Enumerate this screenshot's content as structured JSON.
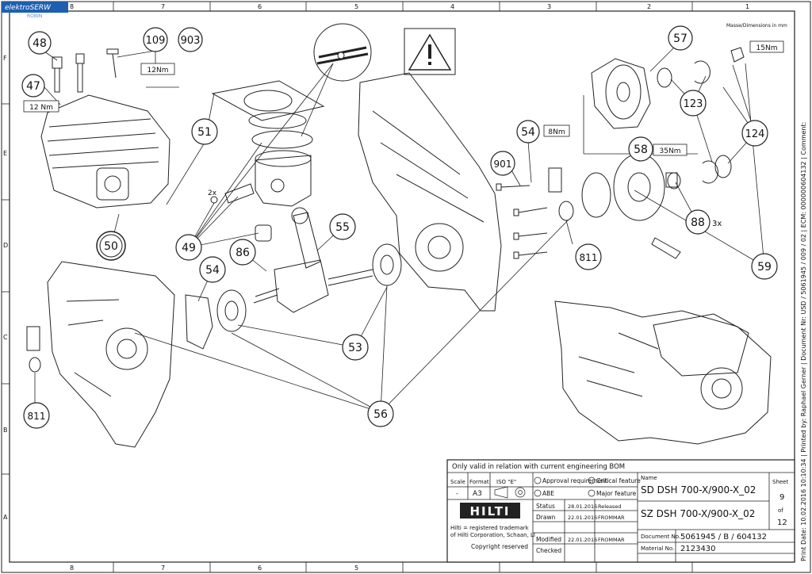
{
  "watermark": {
    "line1": "elektroSERW",
    "line2": "ROBIN"
  },
  "grid": {
    "top_labels": [
      "8",
      "7",
      "6",
      "5",
      "4",
      "3",
      "2",
      "1"
    ],
    "side_labels": [
      "F",
      "E",
      "D",
      "C",
      "B",
      "A"
    ]
  },
  "units_note": "Masse/Dimensions in mm",
  "callouts": [
    {
      "id": "48",
      "label": "48"
    },
    {
      "id": "109",
      "label": "109"
    },
    {
      "id": "903",
      "label": "903"
    },
    {
      "id": "47",
      "label": "47"
    },
    {
      "id": "51",
      "label": "51"
    },
    {
      "id": "50",
      "label": "50"
    },
    {
      "id": "49",
      "label": "49"
    },
    {
      "id": "54a",
      "label": "54"
    },
    {
      "id": "86",
      "label": "86"
    },
    {
      "id": "55",
      "label": "55"
    },
    {
      "id": "53",
      "label": "53"
    },
    {
      "id": "56",
      "label": "56"
    },
    {
      "id": "811a",
      "label": "811"
    },
    {
      "id": "54b",
      "label": "54"
    },
    {
      "id": "901",
      "label": "901"
    },
    {
      "id": "811b",
      "label": "811"
    },
    {
      "id": "57",
      "label": "57"
    },
    {
      "id": "123",
      "label": "123"
    },
    {
      "id": "124",
      "label": "124"
    },
    {
      "id": "58",
      "label": "58"
    },
    {
      "id": "88",
      "label": "88"
    },
    {
      "id": "59",
      "label": "59"
    }
  ],
  "torques": {
    "t109": "12Nm",
    "t47": "12 Nm",
    "t54": "8Nm",
    "t58": "35Nm",
    "t57": "15Nm"
  },
  "small_labels": {
    "qty_2x": "2x",
    "qty_3x": "3x"
  },
  "title_block": {
    "note": "Only valid in relation with current engineering BOM",
    "scale_label": "Scale",
    "scale_value": "-",
    "format_label": "Format",
    "format_value": "A3",
    "iso_label": "ISO \"E\"",
    "approval_req": "Approval requirement",
    "critical_feature": "Critical feature",
    "abe": "ABE",
    "major_feature": "Major feature",
    "name_label": "Name",
    "name_sd": "SD  DSH  700-X/900-X_02",
    "name_sz": "SZ  DSH  700-X/900-X_02",
    "sheet_label": "Sheet",
    "sheet_no": "9",
    "sheet_of": "of",
    "sheet_total": "12",
    "brand": "HILTI",
    "trademark_line1": "Hilti = registered trademark",
    "trademark_line2": "of Hilti Corporation, Schaan, LI",
    "copyright": "Copyright reserved",
    "status_label": "Status",
    "status_date": "28.01.2016",
    "status_value": "Released",
    "drawn_label": "Drawn",
    "drawn_date": "22.01.2016",
    "drawn_by": "FROMMAR",
    "modified_label": "Modified",
    "modified_date": "22.01.2016",
    "modified_by": "FROMMAR",
    "checked_label": "Checked",
    "docno_label": "Document No.",
    "docno_value": "5061945  /  B  /  604132",
    "material_label": "Material No.",
    "material_value": "2123430"
  },
  "side_note": "Print Date: 10.02.2016 10:10:34 | Printed by: Raphael Gerner | Document Nr: USD / 5061945 / 009 / 02 | ECM: 000000604132 | Comment:"
}
